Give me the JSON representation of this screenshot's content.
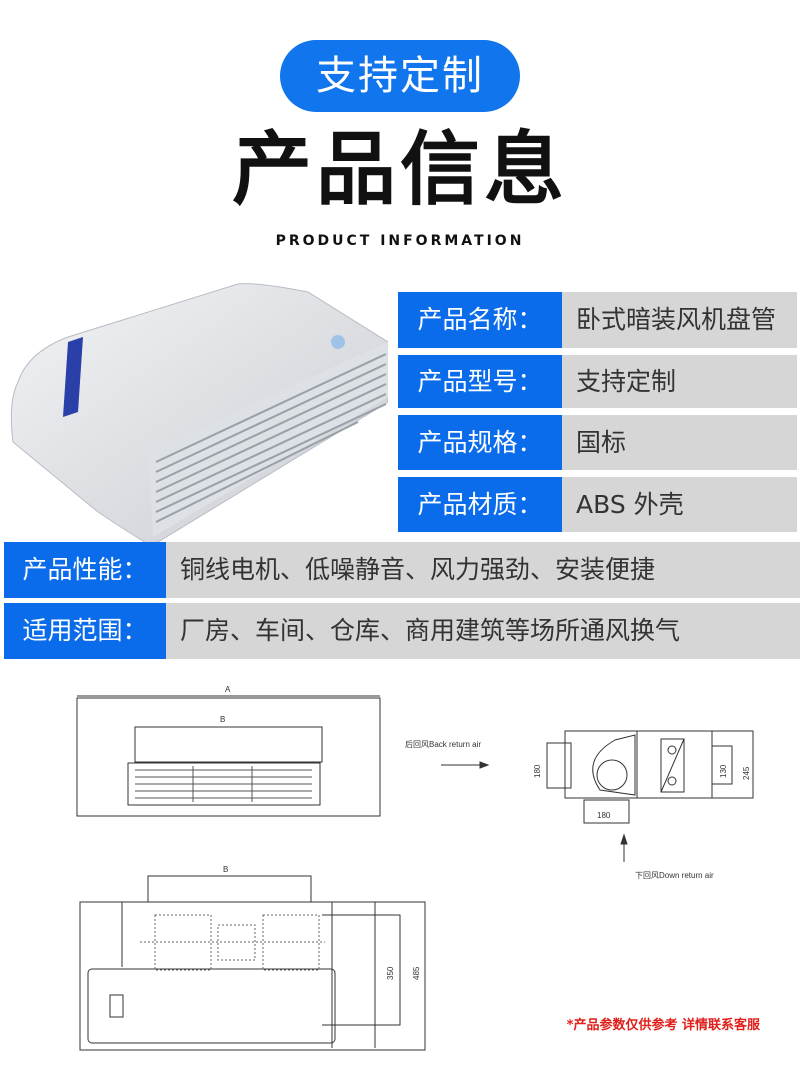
{
  "header": {
    "badge": "支持定制",
    "title": "产品信息",
    "subtitle": "PRODUCT INFORMATION"
  },
  "specs": [
    {
      "label": "产品名称：",
      "value": "卧式暗装风机盘管"
    },
    {
      "label": "产品型号：",
      "value": "支持定制"
    },
    {
      "label": "产品规格：",
      "value": "国标"
    },
    {
      "label": "产品材质：",
      "value": "ABS 外壳"
    },
    {
      "label": "产品性能：",
      "value": "铜线电机、低噪静音、风力强劲、安装便捷"
    },
    {
      "label": "适用范围：",
      "value": "厂房、车间、仓库、商用建筑等场所通风换气"
    }
  ],
  "diagram": {
    "dim_a": "A",
    "dim_b": "B",
    "dim_b2": "B",
    "back_return": "后回风Back return air",
    "down_return": "下回风Down return air",
    "d180a": "180",
    "d180b": "180",
    "d130": "130",
    "d245": "245",
    "d350": "350",
    "d485": "485"
  },
  "footnote": "*产品参数仅供参考 详情联系客服",
  "colors": {
    "accent": "#0a6cea",
    "value_bg": "#d6d6d6",
    "note": "#e0201b"
  }
}
